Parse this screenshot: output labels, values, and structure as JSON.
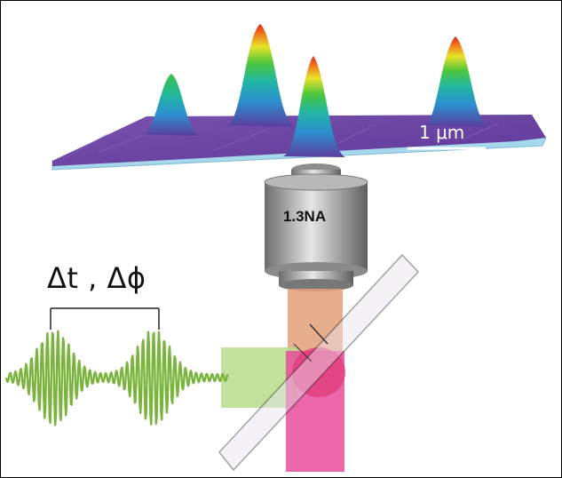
{
  "figure": {
    "delay_label": "Δt , Δϕ",
    "objective_label": "1.3NA",
    "scalebar_label": "1 μm"
  },
  "colors": {
    "surface": "#6a3f9e",
    "substrate_edge": "#9fd3ea",
    "objective_body": "#9a9a9a",
    "green_beam": "#b7dc8c",
    "pink_beam": "#e64d9a",
    "orange_beam": "#e3a07a",
    "pulse": "#7ab43c"
  },
  "icons": {
    "pulse_train": "ultrashort-laser-pulse-pair",
    "beamsplitter": "dichroic-mirror",
    "objective": "microscope-objective"
  }
}
